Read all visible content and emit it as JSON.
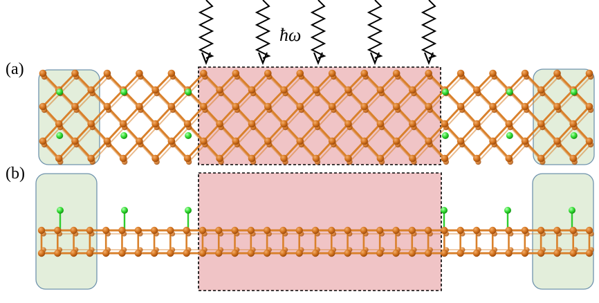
{
  "figure": {
    "panel_a_label": "(a)",
    "panel_b_label": "(b)",
    "photon_label": "ħω"
  },
  "colors": {
    "bond": "#d9812c",
    "atom_fill": "#d4741f",
    "atom_edge": "#9b4a0c",
    "atom_highlight": "#f2ad6a",
    "dopant_fill": "#33dd33",
    "dopant_edge": "#129012",
    "dopant_bond": "#2fcc2f",
    "lead_region": "#e3eedb",
    "lead_border": "#6f93ad",
    "illuminated_region": "#f0c4c6",
    "illuminated_border": "#000000",
    "arrow": "#000000"
  },
  "legend_icons": [
    "zigzag-photon-arrow-icon",
    "orange-atom-icon",
    "green-dopant-atom-icon"
  ]
}
